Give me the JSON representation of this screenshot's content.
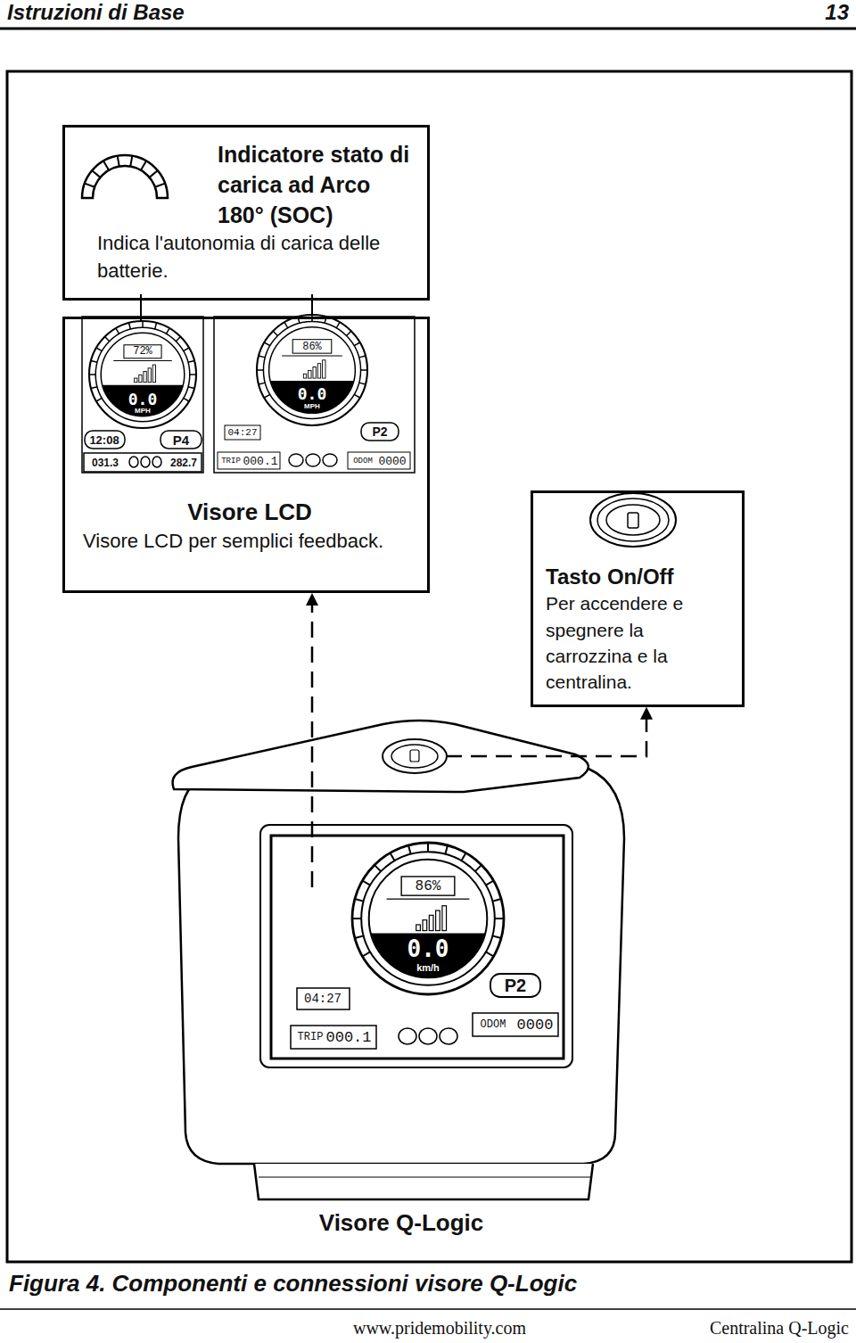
{
  "diagram": {
    "caption": "Figura 4. Componenti e connessioni visore Q-Logic",
    "nodes": [
      {
        "text": [
          "Indicatore stato di carica ad Arco 180° (SOC)",
          "Indica l'autonomia di carica delle batterie."
        ]
      },
      {
        "text": [
          "Visore LCD",
          "Visore LCD per semplici feedback."
        ]
      },
      {
        "text": [
          "Tasto On/Off",
          "Per accendere e spegnere la carrozzina e la centralina."
        ]
      },
      {
        "text": [
          "Visore Q-Logic"
        ]
      }
    ],
    "edges": [
      {
        "from": 3,
        "to": 1,
        "arrow": "to"
      },
      {
        "from": 3,
        "to": 2,
        "arrow": "to"
      }
    ],
    "labels": [
      "Istruzioni di Base",
      "13",
      "72%",
      "0.0",
      "MPH",
      "12:08",
      "P4",
      "031.3",
      "282.7",
      "86%",
      "0.0",
      "MPH",
      "04:27",
      "P2",
      "TRIP",
      "000.1",
      "ODOM",
      "0000",
      "86%",
      "0.0",
      "km/h",
      "04:27",
      "P2",
      "TRIP",
      "000.1",
      "ODOM",
      "0000",
      "www.pridemobility.com",
      "Centralina Q-Logic"
    ]
  }
}
